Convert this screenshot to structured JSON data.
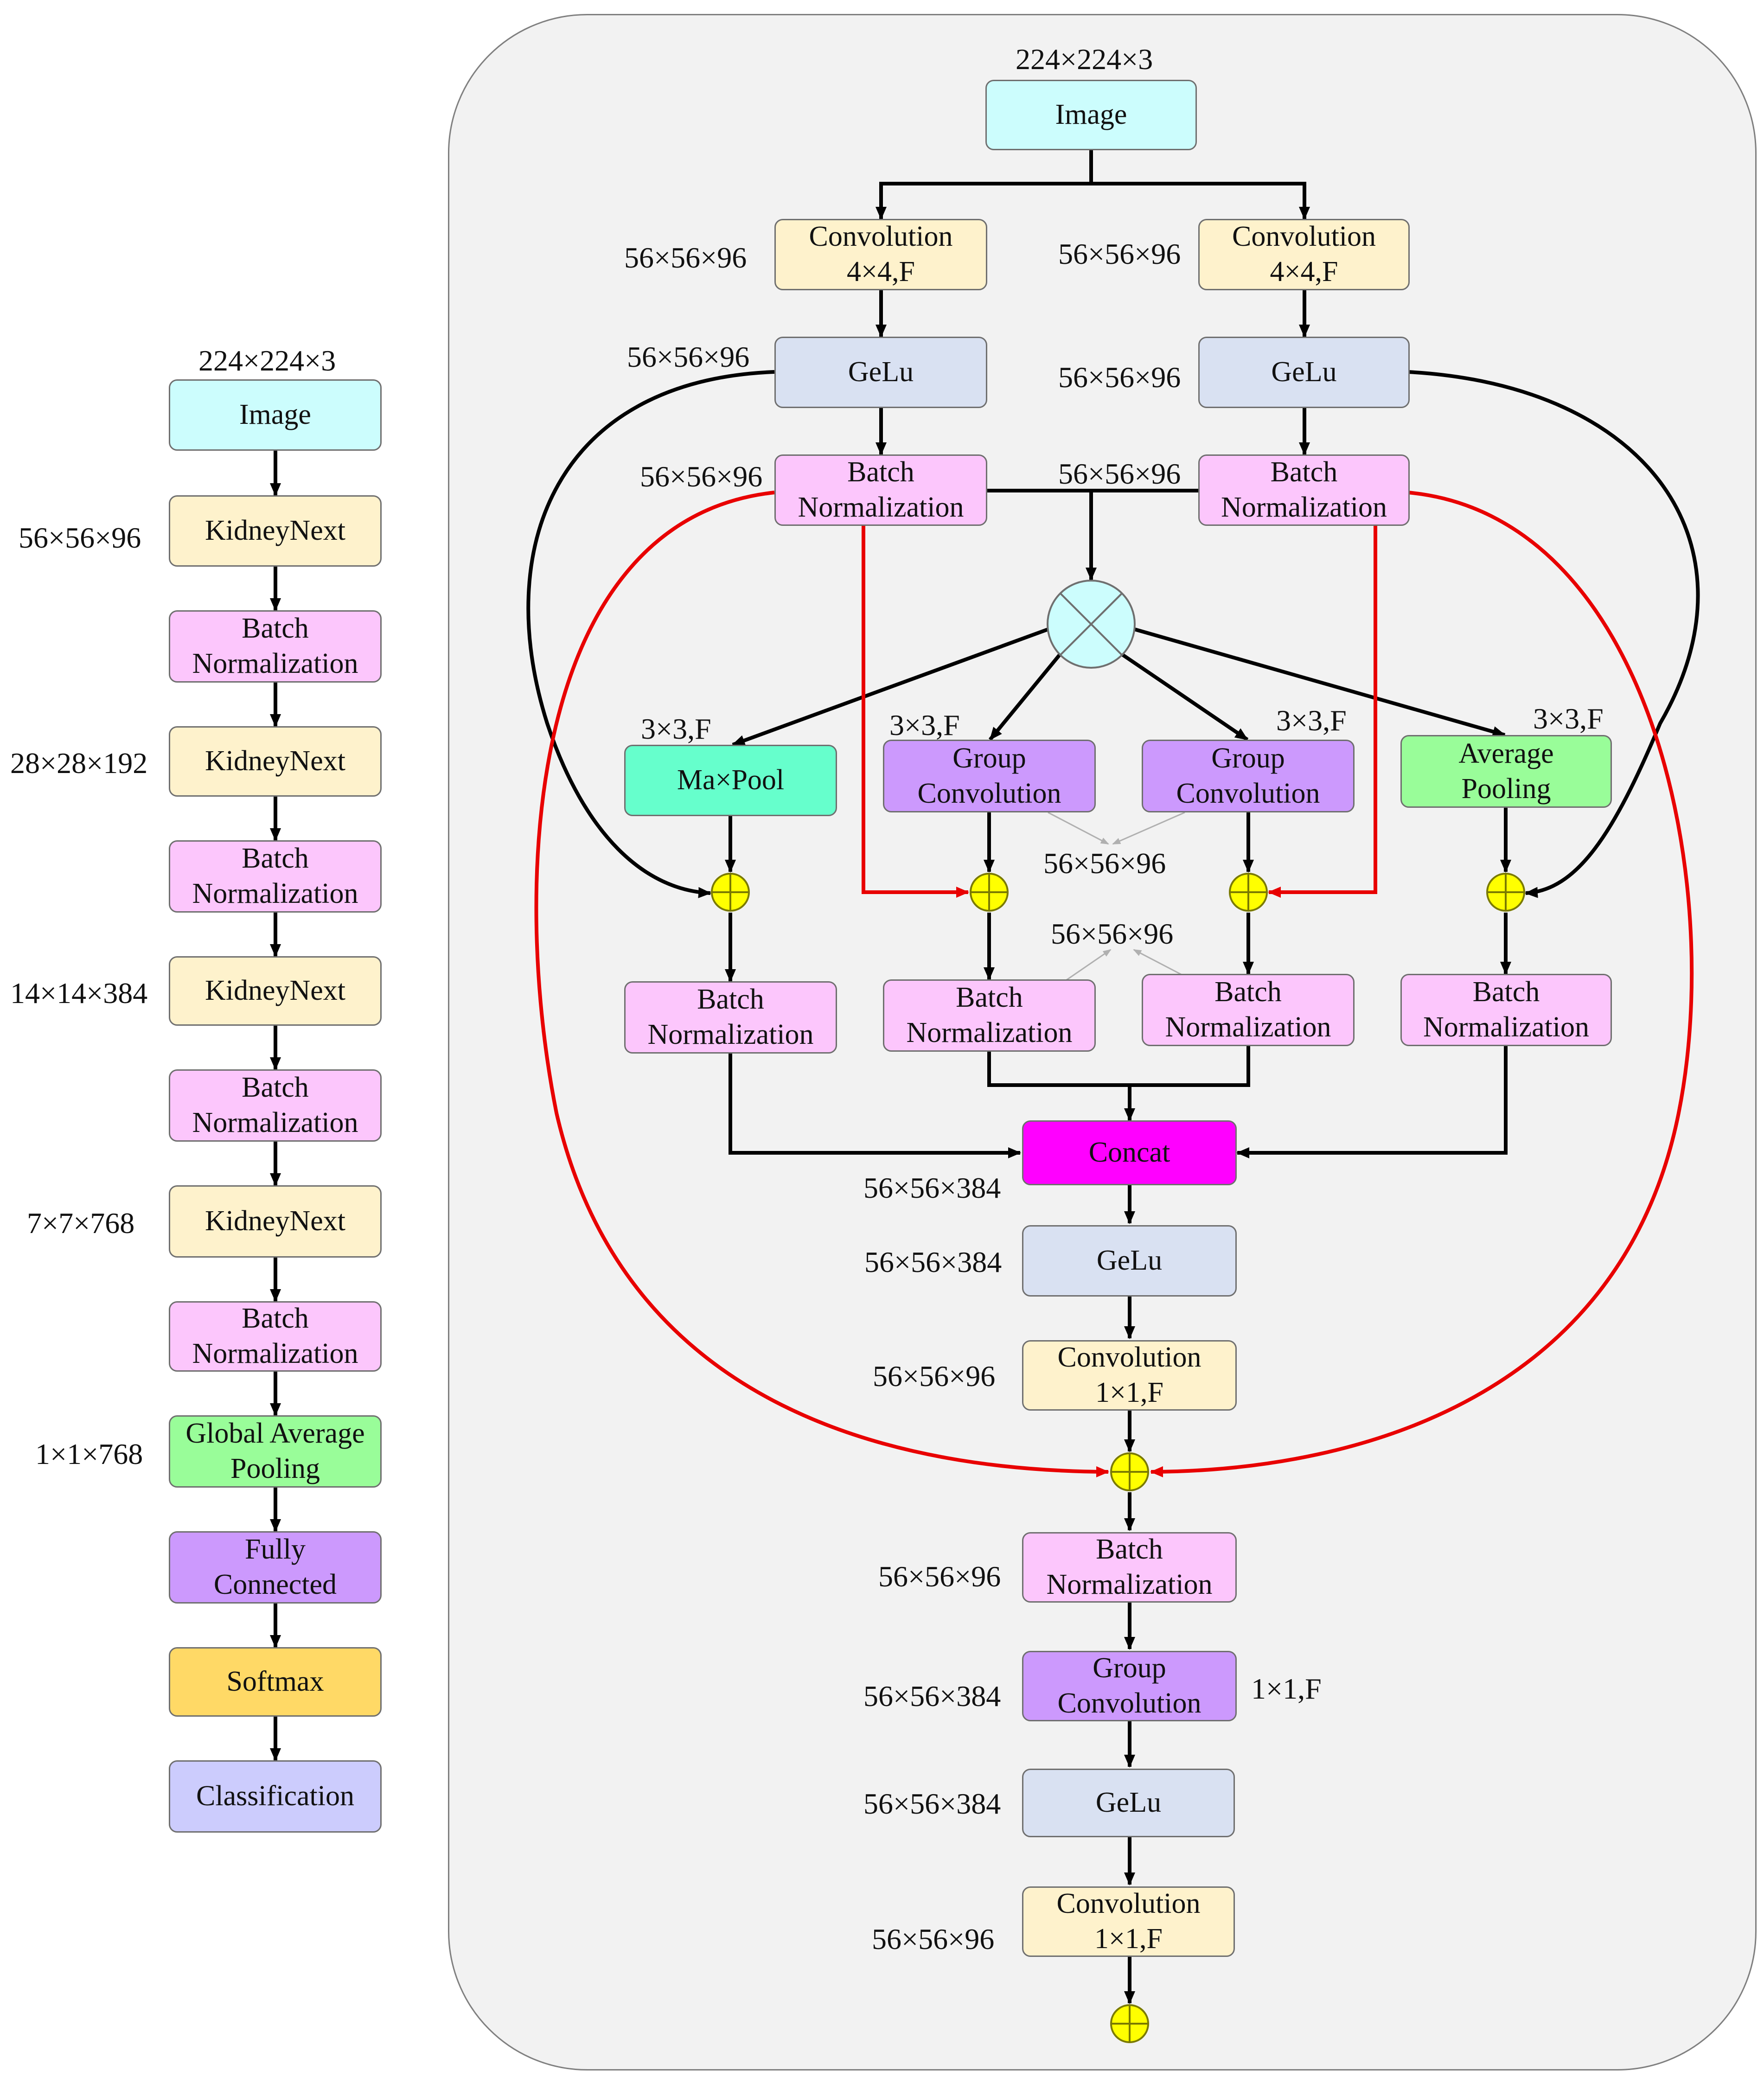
{
  "left": {
    "input_dim": "224×224×3",
    "image": "Image",
    "stages": [
      {
        "dim": "56×56×96",
        "label": "KidneyNext"
      },
      {
        "dim": "",
        "label": "Batch\nNormalization"
      },
      {
        "dim": "28×28×192",
        "label": "KidneyNext"
      },
      {
        "dim": "",
        "label": "Batch\nNormalization"
      },
      {
        "dim": "14×14×384",
        "label": "KidneyNext"
      },
      {
        "dim": "",
        "label": "Batch\nNormalization"
      },
      {
        "dim": "7×7×768",
        "label": "KidneyNext"
      },
      {
        "dim": "",
        "label": "Batch\nNormalization"
      },
      {
        "dim": "1×1×768",
        "label": "Global Average\nPooling"
      },
      {
        "dim": "",
        "label": "Fully\nConnected"
      },
      {
        "dim": "",
        "label": "Softmax"
      },
      {
        "dim": "",
        "label": "Classification"
      }
    ]
  },
  "block": {
    "input_dim": "224×224×3",
    "image": "Image",
    "conv_left": {
      "label": "Convolution\n4×4,F",
      "dim": "56×56×96"
    },
    "conv_right": {
      "label": "Convolution\n4×4,F",
      "dim": "56×56×96"
    },
    "gelu_left": {
      "label": "GeLu",
      "dim": "56×56×96"
    },
    "gelu_right": {
      "label": "GeLu",
      "dim": "56×56×96"
    },
    "bn_left": {
      "label": "Batch\nNormalization",
      "dim": "56×56×96"
    },
    "bn_right": {
      "label": "Batch\nNormalization",
      "dim": "56×56×96"
    },
    "branches": [
      {
        "label": "Ma×Pool",
        "kernel": "3×3,F",
        "bn": "Batch\nNormalization"
      },
      {
        "label": "Group\nConvolution",
        "kernel": "3×3,F",
        "bn": "Batch\nNormalization"
      },
      {
        "label": "Group\nConvolution",
        "kernel": "3×3,F",
        "bn": "Batch\nNormalization"
      },
      {
        "label": "Average\nPooling",
        "kernel": "3×3,F",
        "bn": "Batch\nNormalization"
      }
    ],
    "mid_dim_1": "56×56×96",
    "mid_dim_2": "56×56×96",
    "concat": {
      "label": "Concat",
      "dim": "56×56×384"
    },
    "gelu_mid": {
      "label": "GeLu",
      "dim": "56×56×384"
    },
    "conv_mid": {
      "label": "Convolution\n1×1,F",
      "dim": "56×56×96"
    },
    "bn_out": {
      "label": "Batch\nNormalization",
      "dim": "56×56×96"
    },
    "gconv_out": {
      "label": "Group\nConvolution",
      "dim": "56×56×384",
      "kernel": "1×1,F"
    },
    "gelu_out": {
      "label": "GeLu",
      "dim": "56×56×384"
    },
    "conv_out": {
      "label": "Convolution\n1×1,F",
      "dim": "56×56×96"
    }
  },
  "colors": {
    "arrow": "#000000",
    "skip": "#e80000",
    "adder": "#ffff00",
    "multiplier": "#ccfdfd"
  }
}
